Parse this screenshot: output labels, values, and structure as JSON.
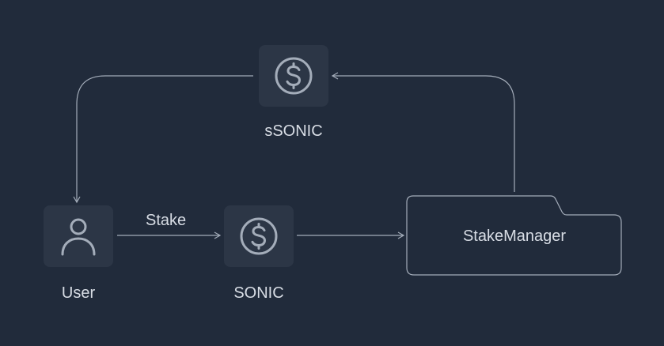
{
  "nodes": {
    "user": {
      "label": "User",
      "icon": "user-icon"
    },
    "sonic": {
      "label": "SONIC",
      "icon": "dollar-coin-icon"
    },
    "ssonic": {
      "label": "sSONIC",
      "icon": "dollar-coin-icon"
    },
    "stake_manager": {
      "label": "StakeManager",
      "icon": "folder-shape"
    }
  },
  "edges": {
    "user_to_sonic": {
      "label": "Stake"
    }
  },
  "colors": {
    "background": "#212b3b",
    "node_fill": "#2c3646",
    "stroke": "#a4adba",
    "text": "#d8dde5"
  }
}
